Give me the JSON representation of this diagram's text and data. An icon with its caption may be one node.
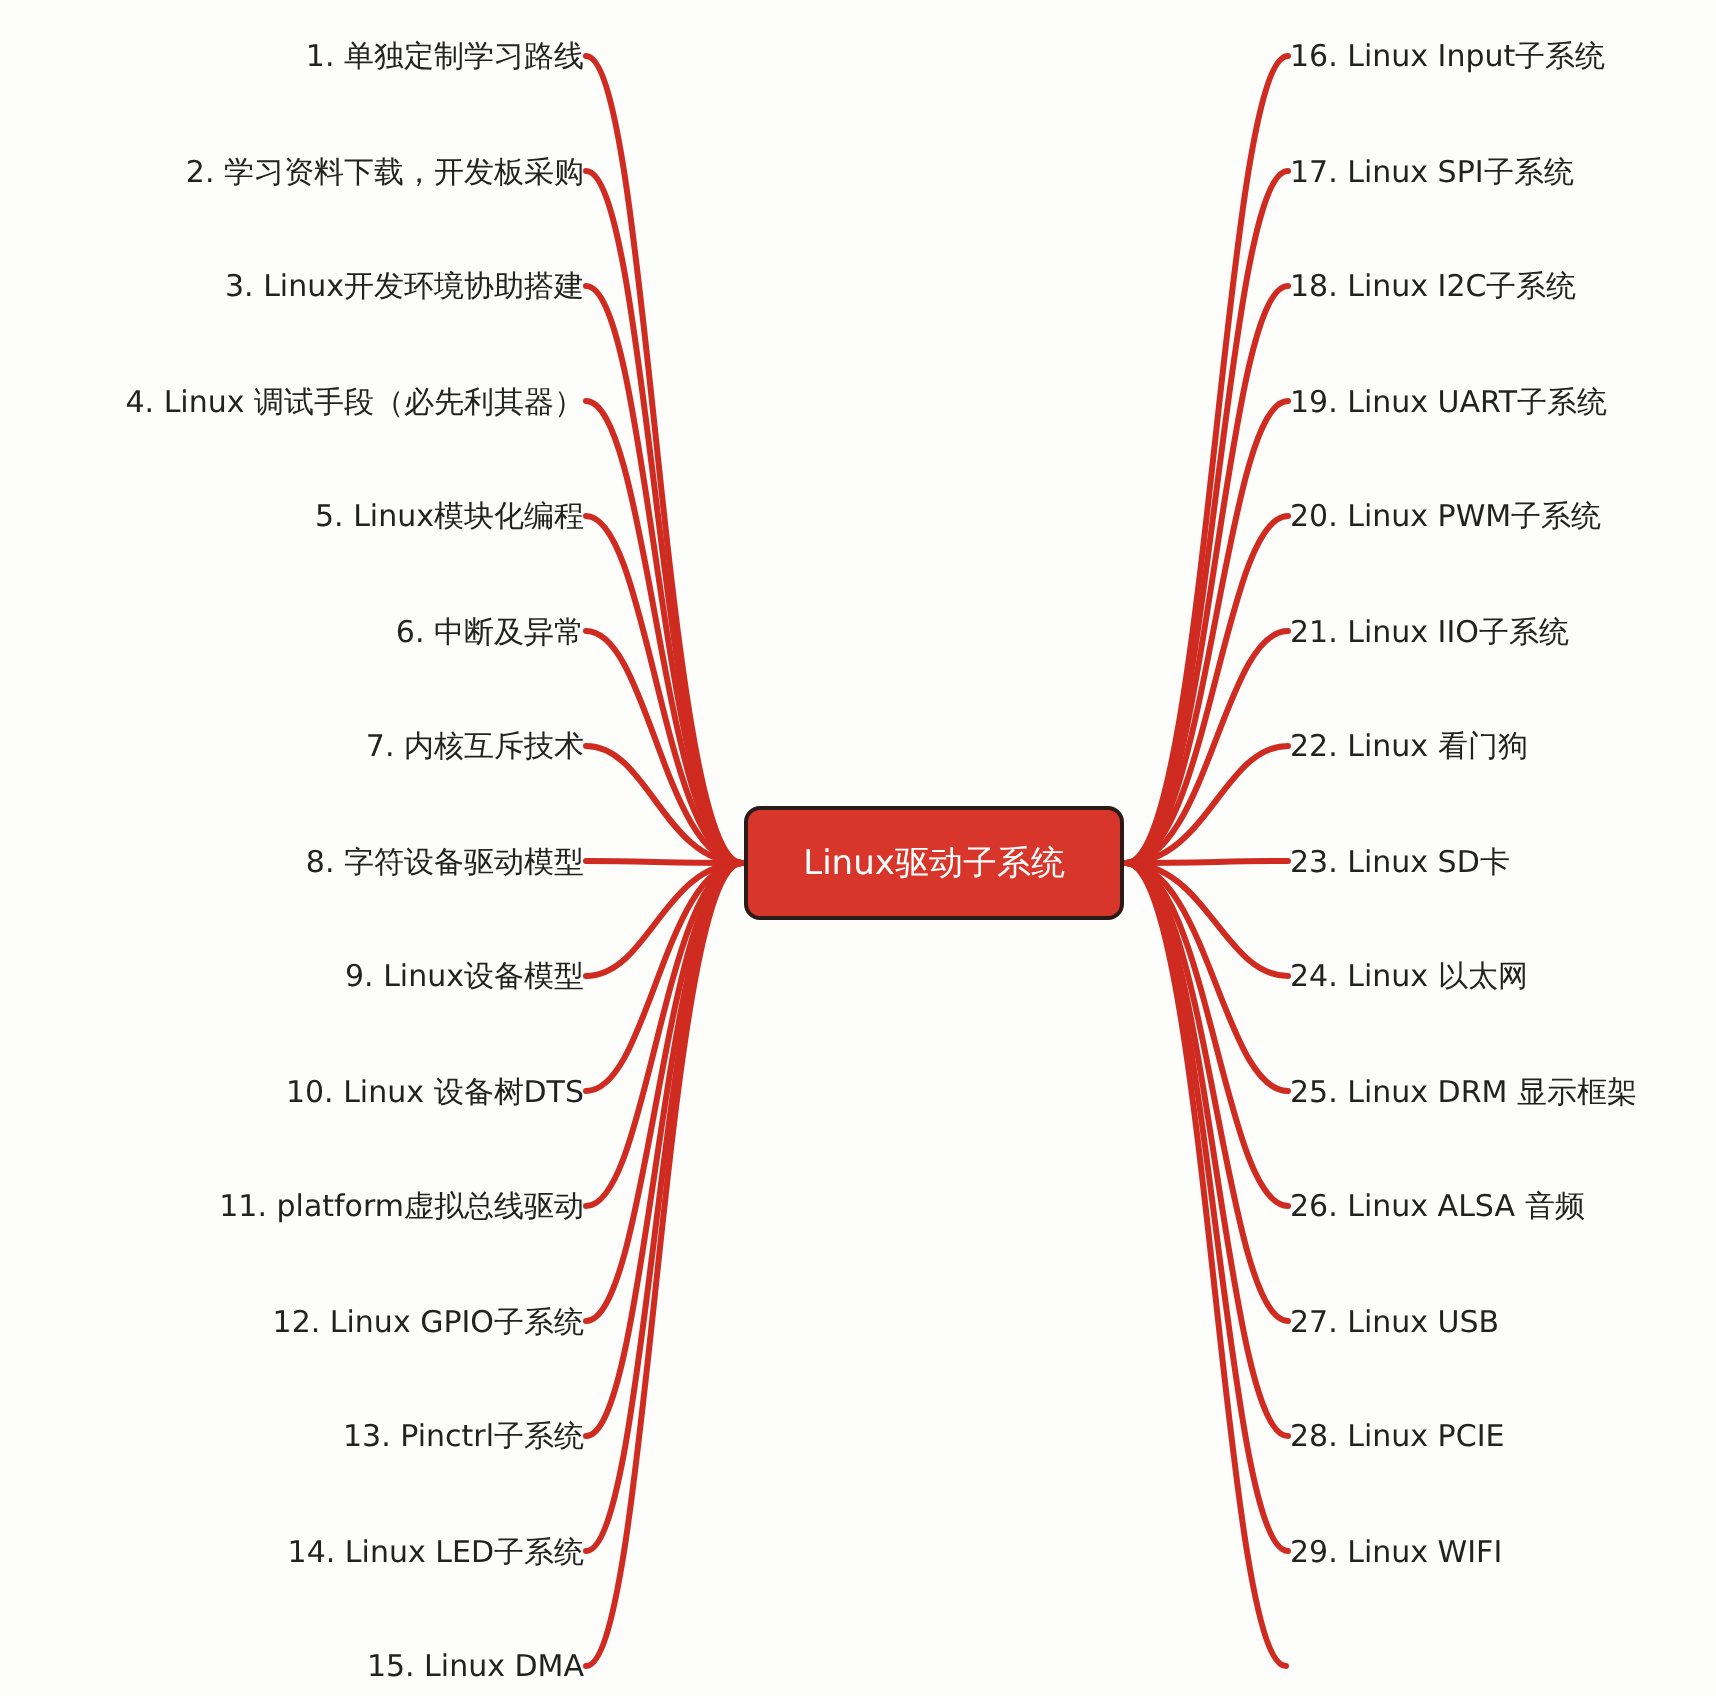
{
  "diagram": {
    "nodes": [
      {
        "text": [
          "Linux驱动子系统"
        ]
      },
      {
        "text": [
          "1. 单独定制学习路线"
        ]
      },
      {
        "text": [
          "2. 学习资料下载，开发板采购"
        ]
      },
      {
        "text": [
          "3. Linux开发环境协助搭建"
        ]
      },
      {
        "text": [
          "4. Linux 调试手段（必先利其器）"
        ]
      },
      {
        "text": [
          "5. Linux模块化编程"
        ]
      },
      {
        "text": [
          "6. 中断及异常"
        ]
      },
      {
        "text": [
          "7. 内核互斥技术"
        ]
      },
      {
        "text": [
          "8. 字符设备驱动模型"
        ]
      },
      {
        "text": [
          "9. Linux设备模型"
        ]
      },
      {
        "text": [
          "10. Linux 设备树DTS"
        ]
      },
      {
        "text": [
          "11. platform虚拟总线驱动"
        ]
      },
      {
        "text": [
          "12. Linux GPIO子系统"
        ]
      },
      {
        "text": [
          "13. Pinctrl子系统"
        ]
      },
      {
        "text": [
          "14. Linux LED子系统"
        ]
      },
      {
        "text": [
          "15. Linux DMA"
        ]
      },
      {
        "text": [
          "16. Linux Input子系统"
        ]
      },
      {
        "text": [
          "17. Linux SPI子系统"
        ]
      },
      {
        "text": [
          "18. Linux I2C子系统"
        ]
      },
      {
        "text": [
          "19. Linux UART子系统"
        ]
      },
      {
        "text": [
          "20. Linux PWM子系统"
        ]
      },
      {
        "text": [
          "21. Linux IIO子系统"
        ]
      },
      {
        "text": [
          "22. Linux 看门狗"
        ]
      },
      {
        "text": [
          "23. Linux SD卡"
        ]
      },
      {
        "text": [
          "24. Linux 以太网"
        ]
      },
      {
        "text": [
          "25. Linux DRM 显示框架"
        ]
      },
      {
        "text": [
          "26. Linux ALSA 音频"
        ]
      },
      {
        "text": [
          "27. Linux USB"
        ]
      },
      {
        "text": [
          "28. Linux PCIE"
        ]
      },
      {
        "text": [
          "29. Linux WIFI"
        ]
      }
    ],
    "edges": [
      {
        "from": 0,
        "to": 1,
        "arrow": "none"
      },
      {
        "from": 0,
        "to": 2,
        "arrow": "none"
      },
      {
        "from": 0,
        "to": 3,
        "arrow": "none"
      },
      {
        "from": 0,
        "to": 4,
        "arrow": "none"
      },
      {
        "from": 0,
        "to": 5,
        "arrow": "none"
      },
      {
        "from": 0,
        "to": 6,
        "arrow": "none"
      },
      {
        "from": 0,
        "to": 7,
        "arrow": "none"
      },
      {
        "from": 0,
        "to": 8,
        "arrow": "none"
      },
      {
        "from": 0,
        "to": 9,
        "arrow": "none"
      },
      {
        "from": 0,
        "to": 10,
        "arrow": "none"
      },
      {
        "from": 0,
        "to": 11,
        "arrow": "none"
      },
      {
        "from": 0,
        "to": 12,
        "arrow": "none"
      },
      {
        "from": 0,
        "to": 13,
        "arrow": "none"
      },
      {
        "from": 0,
        "to": 14,
        "arrow": "none"
      },
      {
        "from": 0,
        "to": 15,
        "arrow": "none"
      },
      {
        "from": 0,
        "to": 16,
        "arrow": "none"
      },
      {
        "from": 0,
        "to": 17,
        "arrow": "none"
      },
      {
        "from": 0,
        "to": 18,
        "arrow": "none"
      },
      {
        "from": 0,
        "to": 19,
        "arrow": "none"
      },
      {
        "from": 0,
        "to": 20,
        "arrow": "none"
      },
      {
        "from": 0,
        "to": 21,
        "arrow": "none"
      },
      {
        "from": 0,
        "to": 22,
        "arrow": "none"
      },
      {
        "from": 0,
        "to": 23,
        "arrow": "none"
      },
      {
        "from": 0,
        "to": 24,
        "arrow": "none"
      },
      {
        "from": 0,
        "to": 25,
        "arrow": "none"
      },
      {
        "from": 0,
        "to": 26,
        "arrow": "none"
      },
      {
        "from": 0,
        "to": 27,
        "arrow": "none"
      },
      {
        "from": 0,
        "to": 28,
        "arrow": "none"
      },
      {
        "from": 0,
        "to": 29,
        "arrow": "none"
      },
      {
        "from": 0,
        "to": null,
        "arrow": "none"
      }
    ]
  }
}
